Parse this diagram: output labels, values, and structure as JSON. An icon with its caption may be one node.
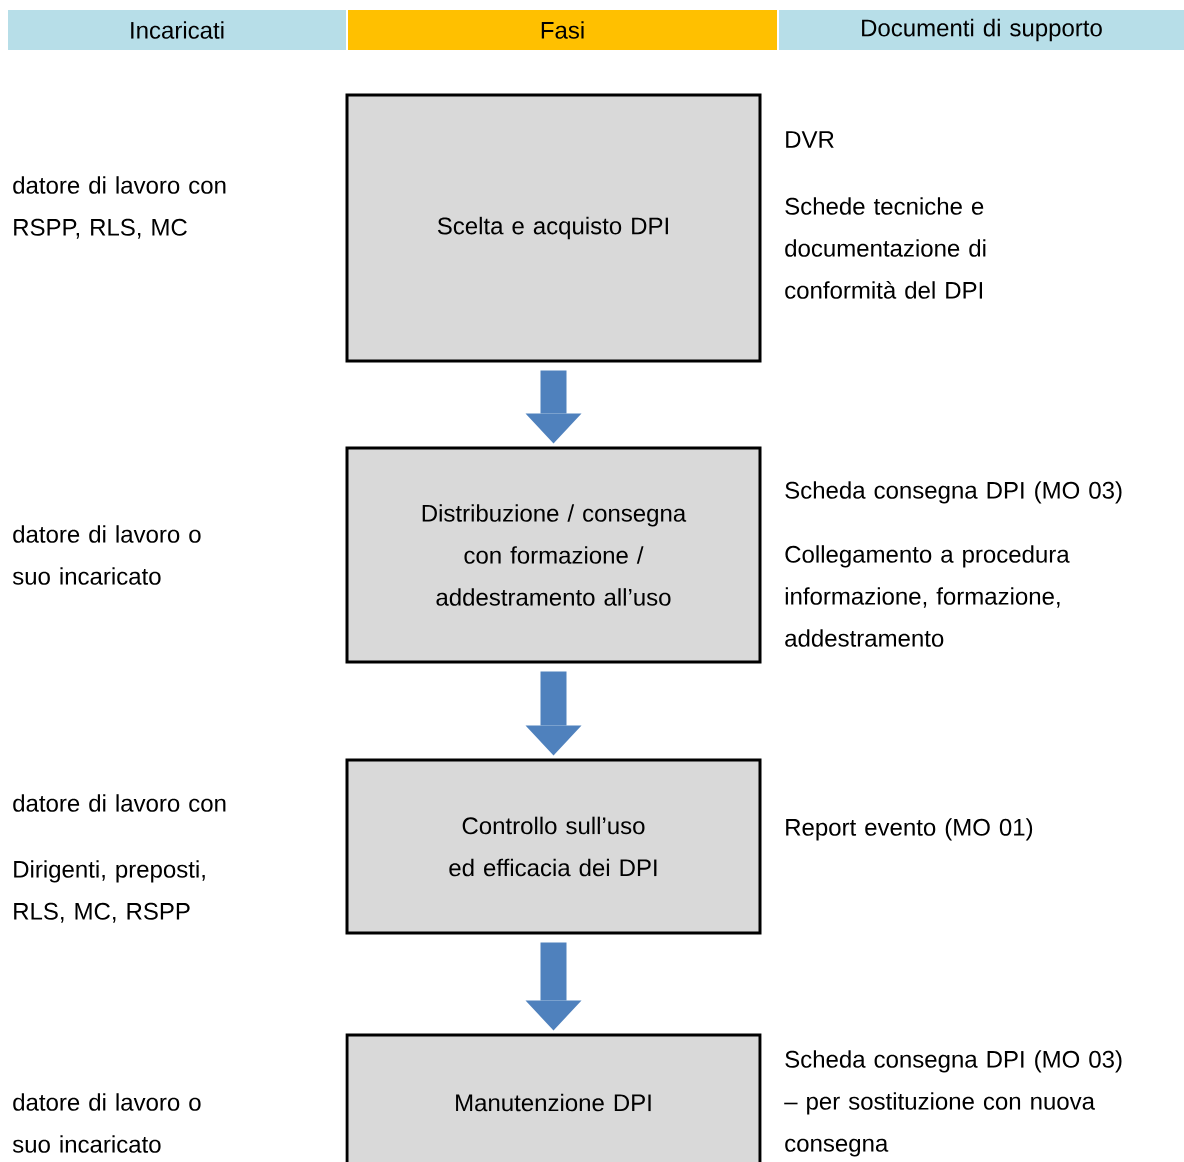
{
  "diagram": {
    "nodes": [
      {
        "text": [
          "Incaricati"
        ]
      },
      {
        "text": [
          "Fasi"
        ]
      },
      {
        "text": [
          "Documenti di supporto"
        ]
      },
      {
        "text": [
          "Scelta e acquisto DPI"
        ]
      },
      {
        "text": [
          "Distribuzione / consegna con formazione / addestramento all’uso"
        ]
      },
      {
        "text": [
          "Controllo sull’uso ed efficacia dei DPI"
        ]
      },
      {
        "text": [
          "Manutenzione DPI"
        ]
      }
    ],
    "edges": [
      {
        "from": 3,
        "to": 4,
        "arrow": "to"
      },
      {
        "from": 4,
        "to": 5,
        "arrow": "to"
      },
      {
        "from": 5,
        "to": 6,
        "arrow": "to"
      }
    ],
    "labels": [
      "datore di lavoro con RSPP, RLS, MC",
      "DVR",
      "Schede tecniche e documentazione di conformità del DPI",
      "datore di lavoro o suo incaricato",
      "Scheda consegna DPI (MO 03)",
      "Collegamento a procedura informazione, formazione, addestramento",
      "datore di lavoro con",
      "Dirigenti, preposti, RLS, MC, RSPP",
      "Report evento (MO 01)",
      "datore di lavoro o suo incaricato",
      "Scheda consegna DPI (MO 03) – per sostituzione con nuova consegna"
    ]
  }
}
